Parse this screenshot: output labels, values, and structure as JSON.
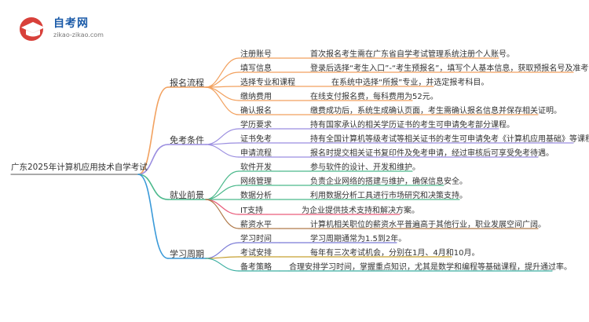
{
  "brand": {
    "title": "自考网",
    "subtitle": "zikao-zikao.com"
  },
  "root": "广东2025年计算机应用技术自学考试",
  "branches": [
    {
      "label": "报名流程",
      "color": "#f2a15f",
      "items": [
        {
          "label": "注册账号",
          "desc": "首次报名考生需在广东省自学考试管理系统注册个人账号。"
        },
        {
          "label": "填写信息",
          "desc": "登录后选择“考生入口”-“考生预报名”，填写个人基本信息，获取预报名号及准考证号。"
        },
        {
          "label": "选择专业和课程",
          "desc": "在系统中选择“所报”专业，并选定报考科目。"
        },
        {
          "label": "缴纳费用",
          "desc": "在线支付报名费，每科费用为52元。"
        },
        {
          "label": "确认报名",
          "desc": "缴费成功后，系统生成确认页面，考生需确认报名信息并保存相关证明。"
        }
      ]
    },
    {
      "label": "免考条件",
      "color": "#9b8ee0",
      "items": [
        {
          "label": "学历要求",
          "desc": "持有国家承认的相关学历证书的考生可申请免考部分课程。"
        },
        {
          "label": "证书免考",
          "desc": "持有全国计算机等级考试等相关证书的考生可申请免考《计算机应用基础》等课程。"
        },
        {
          "label": "申请流程",
          "desc": "报名时提交相关证书复印件及免考申请，经过审核后可享受免考待遇。"
        }
      ]
    },
    {
      "label": "就业前景",
      "color": "#4cb98c",
      "items": [
        {
          "label": "软件开发",
          "desc": "参与软件的设计、开发和维护。"
        },
        {
          "label": "网络管理",
          "desc": "负责企业网络的搭建与维护，确保信息安全。"
        },
        {
          "label": "数据分析",
          "desc": "利用数据分析工具进行市场研究和决策支持。"
        },
        {
          "label": "IT支持",
          "desc": "为企业提供技术支持和解决方案。"
        },
        {
          "label": "薪资水平",
          "desc": "计算机相关职位的薪资水平普遍高于其他行业，职业发展空间广阔。"
        }
      ]
    },
    {
      "label": "学习周期",
      "color": "#3a9ad9",
      "items": [
        {
          "label": "学习时间",
          "desc": "学习周期通常为1.5到2年。"
        },
        {
          "label": "考试安排",
          "desc": "每年有三次考试机会，分别在1月、4月和10月。"
        },
        {
          "label": "备考策略",
          "desc": "合理安排学习时间，掌握重点知识，尤其是数学和编程等基础课程，提升通过率。"
        }
      ]
    }
  ],
  "leaf_colors": {
    "2.3": "#e95c7a",
    "2.4": "#b07a4a",
    "3.0": "#7a7ad6",
    "3.1": "#c6a030",
    "3.2": "#3aaea0"
  },
  "root_color": "#777777"
}
